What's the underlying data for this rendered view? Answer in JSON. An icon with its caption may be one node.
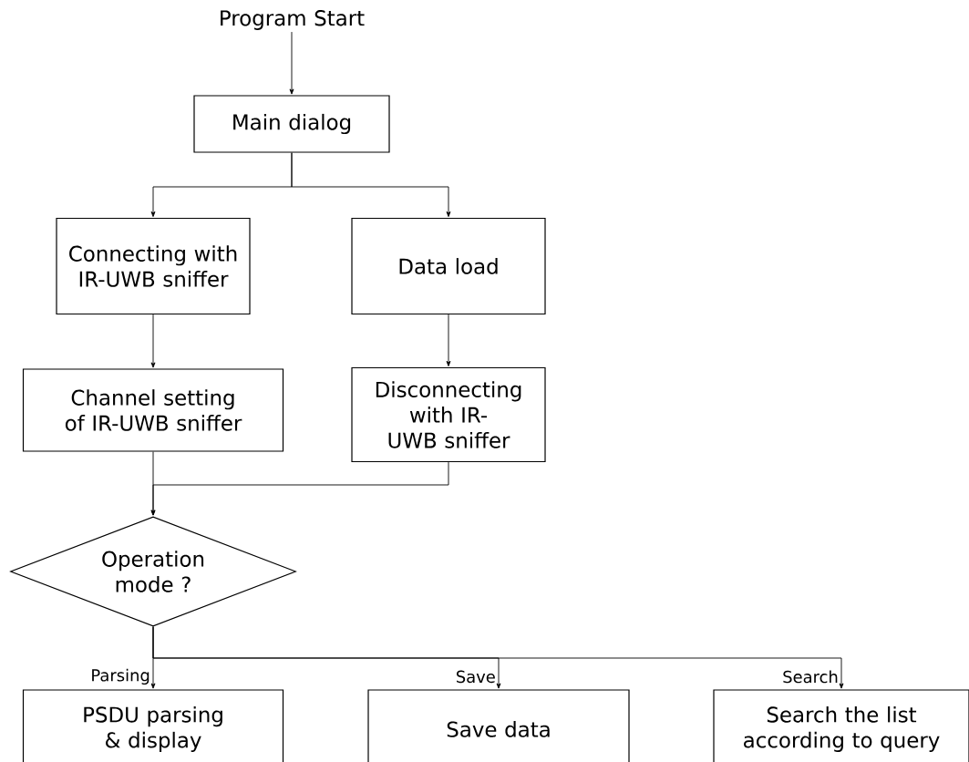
{
  "diagram": {
    "nodes": [
      {
        "text": [
          "Program Start"
        ]
      },
      {
        "text": [
          "Main dialog"
        ]
      },
      {
        "text": [
          "Connecting with IR-UWB sniffer"
        ]
      },
      {
        "text": [
          "Data load"
        ]
      },
      {
        "text": [
          "Channel setting of IR-UWB sniffer"
        ]
      },
      {
        "text": [
          "Disconnecting with IR-UWB sniffer"
        ]
      },
      {
        "text": [
          "Operation mode ?"
        ]
      },
      {
        "text": [
          "PSDU parsing & display"
        ]
      },
      {
        "text": [
          "Save data"
        ]
      },
      {
        "text": [
          "Search the list according to query"
        ]
      }
    ],
    "edges": [
      {
        "from": 0,
        "to": 1,
        "arrow": "to"
      },
      {
        "from": 1,
        "to": 2,
        "arrow": "to"
      },
      {
        "from": 1,
        "to": 3,
        "arrow": "to"
      },
      {
        "from": 2,
        "to": 4,
        "arrow": "to"
      },
      {
        "from": 3,
        "to": 5,
        "arrow": "to"
      },
      {
        "from": 4,
        "to": 6,
        "arrow": "to"
      },
      {
        "from": 5,
        "to": 6,
        "arrow": "to"
      },
      {
        "from": 6,
        "to": 7,
        "arrow": "to",
        "label": "Parsing"
      },
      {
        "from": 6,
        "to": 8,
        "arrow": "to",
        "label": "Save"
      },
      {
        "from": 6,
        "to": 9,
        "arrow": "to",
        "label": "Search"
      }
    ]
  }
}
